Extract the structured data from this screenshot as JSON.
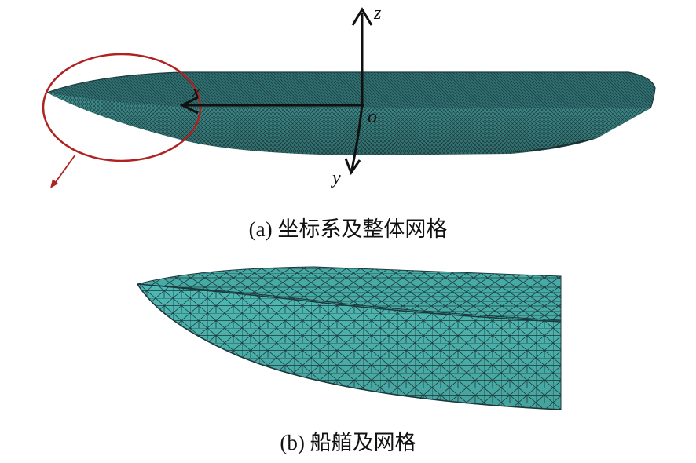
{
  "panel_a": {
    "caption": "(a) 坐标系及整体网格",
    "axes": {
      "x": "x",
      "y": "y",
      "z": "z",
      "origin": "o"
    }
  },
  "panel_b": {
    "caption": "(b) 船艏及网格"
  },
  "colors": {
    "mesh_fill": "#3a8a8a",
    "mesh_line": "#1c3a3e",
    "bow_fill": "#4fb9b3",
    "highlight_circle": "#b02222",
    "axis": "#111111"
  }
}
